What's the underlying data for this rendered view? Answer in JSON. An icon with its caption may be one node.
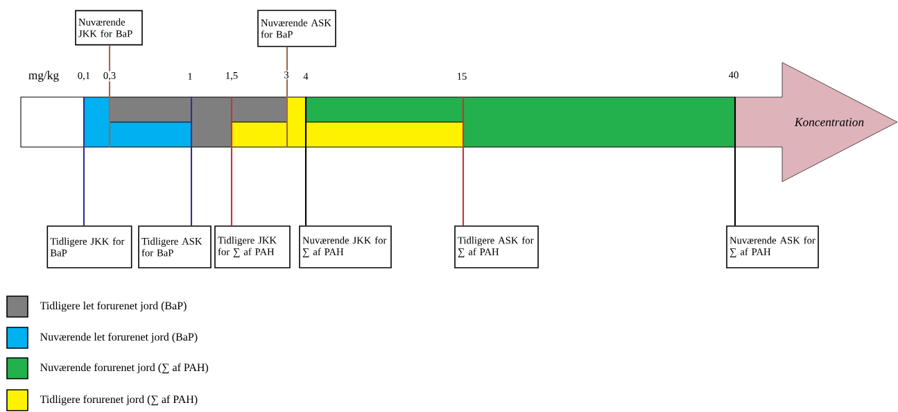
{
  "diagram": {
    "nodes": [
      {
        "text": [
          "Nuværende JKK for BaP"
        ]
      },
      {
        "text": [
          "Nuværende ASK for BaP"
        ]
      },
      {
        "text": [],
        "shape": "bar"
      },
      {
        "text": [
          "Koncentration"
        ]
      },
      {
        "text": [
          "Tidligere JKK for BaP"
        ]
      },
      {
        "text": [
          "Tidligere ASK for BaP"
        ]
      },
      {
        "text": [
          "Tidligere JKK for ∑ af PAH"
        ]
      },
      {
        "text": [
          "Nuværende JKK for ∑ af PAH"
        ]
      },
      {
        "text": [
          "Tidligere ASK for ∑ af PAH"
        ]
      },
      {
        "text": [
          "Nuværende ASK for ∑ af PAH"
        ]
      }
    ],
    "edges": [
      {
        "from": 0,
        "to": 2,
        "arrow": "none",
        "color": "#a0694b"
      },
      {
        "from": 1,
        "to": 2,
        "arrow": "none",
        "color": "#a0694b"
      },
      {
        "from": 4,
        "to": 2,
        "arrow": "none",
        "color": "#2e3192"
      },
      {
        "from": 5,
        "to": 2,
        "arrow": "none",
        "color": "#2e3192"
      },
      {
        "from": 6,
        "to": 2,
        "arrow": "none",
        "color": "#c8323c"
      },
      {
        "from": 7,
        "to": 2,
        "arrow": "none",
        "color": "#000000"
      },
      {
        "from": 8,
        "to": 2,
        "arrow": "none",
        "color": "#c8323c"
      },
      {
        "from": 9,
        "to": 2,
        "arrow": "none",
        "color": "#000000"
      }
    ],
    "labels": [
      "mg/kg",
      "0,1",
      "0,3",
      "1",
      "1,5",
      "3",
      "4",
      "15",
      "40"
    ],
    "legend": [
      {
        "text": "Tidligere let forurenet jord (BaP)",
        "color": "#7f7f7f"
      },
      {
        "text": "Nuværende let forurenet jord (BaP)",
        "color": "#00b0f0"
      },
      {
        "text": "Nuværende forurenet jord (∑ af PAH)",
        "color": "#22b14c"
      },
      {
        "text": "Tidligere forurenet jord (∑ af PAH)",
        "color": "#fff200"
      }
    ]
  }
}
